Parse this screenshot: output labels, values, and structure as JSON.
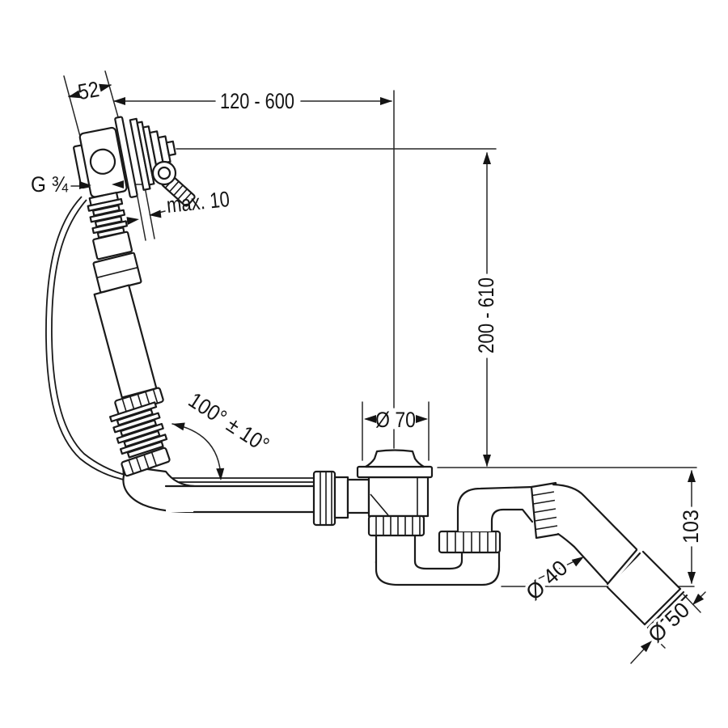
{
  "diagram": {
    "type": "technical-dimension-drawing",
    "subject": "Bathtub waste, overflow set and trap installation drawing",
    "units": "mm",
    "colors": {
      "line": "#1a1a1a",
      "background": "#ffffff",
      "dimension": "#262626"
    },
    "labels": {
      "overflow_depth": "52",
      "overflow_to_drain_range": "120 - 600",
      "thread_size": "G ¾",
      "wall_thickness_max": "max. 10",
      "height_range": "200 - 610",
      "swivel_angle": "100° ± 10°",
      "drain_flange_diameter": "Ø 70",
      "outlet_height": "103",
      "pipe_diameter": "Ø 40",
      "outlet_diameter": "Ø 50"
    }
  }
}
